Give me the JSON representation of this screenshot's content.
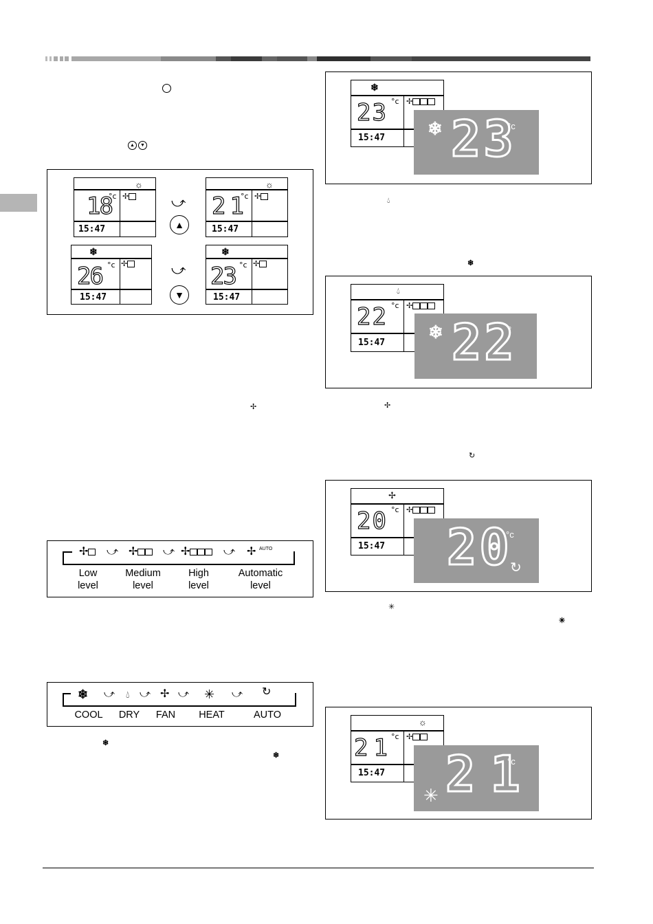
{
  "colors": {
    "panel_grey": "#9a9a9a",
    "tab_grey": "#b5b5b5",
    "bar_dark": "#3a3a3a",
    "bar_light": "#a0a0a0"
  },
  "lcd_clock": "15:47",
  "updown_figure": {
    "panels": [
      {
        "temp": "18",
        "mode_icon": "sun-icon",
        "fan": "low"
      },
      {
        "temp": "21",
        "mode_icon": "sun-icon",
        "fan": "low"
      },
      {
        "temp": "26",
        "mode_icon": "snowflake-icon",
        "fan": "low"
      },
      {
        "temp": "23",
        "mode_icon": "snowflake-icon",
        "fan": "low"
      }
    ]
  },
  "fan_speed_figure": {
    "labels": [
      {
        "line1": "Low",
        "line2": "level"
      },
      {
        "line1": "Medium",
        "line2": "level"
      },
      {
        "line1": "High",
        "line2": "level"
      },
      {
        "line1": "Automatic",
        "line2": "level"
      }
    ],
    "auto_tag": "AUTO"
  },
  "mode_figure": {
    "labels": [
      "COOL",
      "DRY",
      "FAN",
      "HEAT",
      "AUTO"
    ]
  },
  "mode_panels": [
    {
      "name": "cool",
      "lcd_temp": "23",
      "big_temp": "23",
      "unit": "°c",
      "big_icon": "snowflake-icon"
    },
    {
      "name": "dry",
      "lcd_temp": "22",
      "big_temp": "22",
      "unit": "°",
      "big_icon": "snowflake-icon"
    },
    {
      "name": "fan",
      "lcd_temp": "20",
      "big_temp": "20",
      "unit": "°c",
      "big_icon": "auto-cycle-icon"
    },
    {
      "name": "heat",
      "lcd_temp": "21",
      "big_temp": "21",
      "unit": "°c",
      "big_icon": "sun-icon"
    }
  ],
  "degree_mark": "°c"
}
